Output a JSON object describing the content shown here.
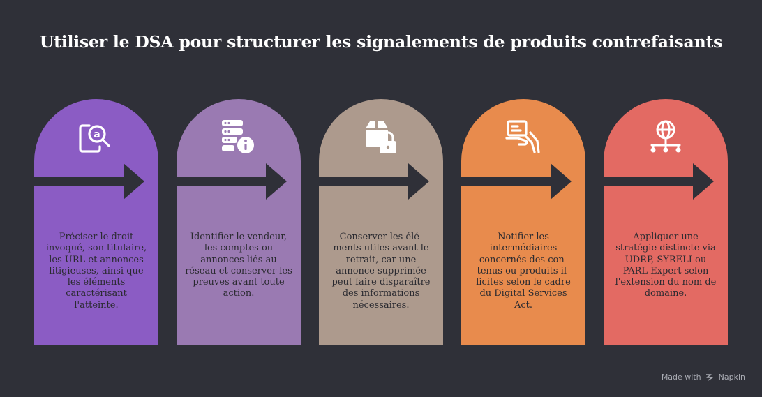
{
  "title": "Utiliser le DSA pour structurer les signalements de produits contrefaisants",
  "steps": [
    {
      "icon": "document-search-icon",
      "color": "#8b5cc4",
      "text": "Préciser le droit invoqué, son titulaire, les URL et annonces litigieuses, ainsi que les éléments caractérisant l'atteinte."
    },
    {
      "icon": "server-info-icon",
      "color": "#9a7ab2",
      "text": "Identifier le vendeur, les comptes ou annonces liés au réseau et conserver les preuves avant toute action."
    },
    {
      "icon": "package-lock-icon",
      "color": "#ad9a8d",
      "text": "Conserver les élé-ments utiles avant le retrait, car une annonce supprimée peut faire disparaître des informations nécessaires."
    },
    {
      "icon": "hand-card-icon",
      "color": "#e88b4d",
      "text": "Notifier les intermédiaires concernés des con-tenus ou produits il-licites selon le cadre du Digital Services Act."
    },
    {
      "icon": "globe-network-icon",
      "color": "#e36a63",
      "text": "Appliquer une stratégie distincte via UDRP, SYRELI ou PARL Expert selon l'extension du nom de domaine."
    }
  ],
  "footer": {
    "prefix": "Made with",
    "brand": "Napkin"
  }
}
